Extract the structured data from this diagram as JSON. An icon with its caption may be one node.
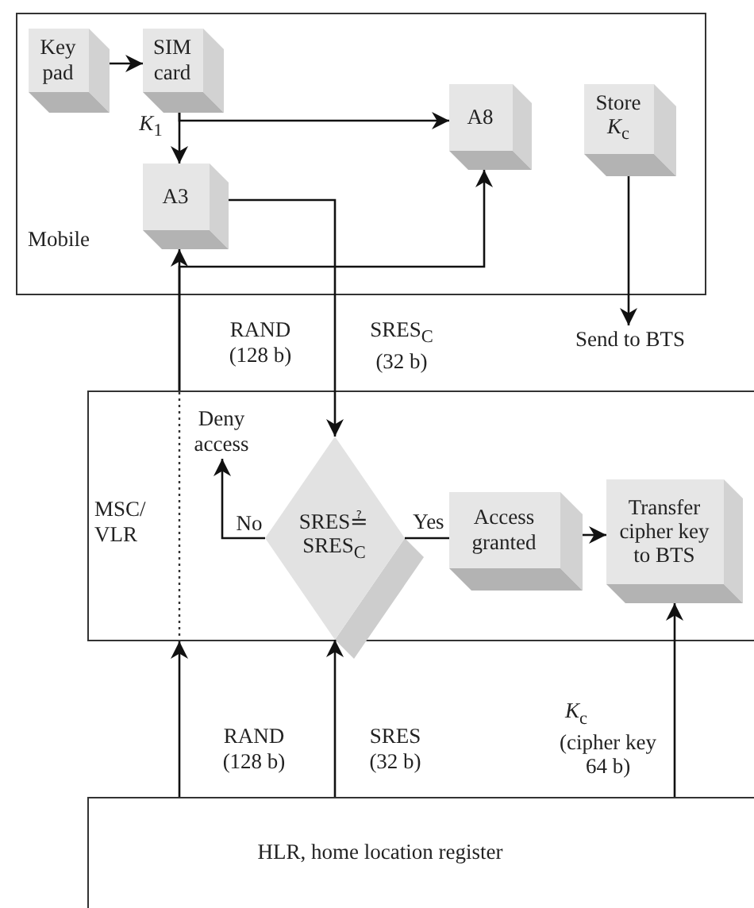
{
  "diagram": {
    "nodes": [
      {
        "text": [
          "Mobile"
        ]
      },
      {
        "text": [
          "Key pad"
        ],
        "in": 0
      },
      {
        "text": [
          "SIM card"
        ],
        "in": 0
      },
      {
        "text": [
          "A3"
        ],
        "in": 0
      },
      {
        "text": [
          "A8"
        ],
        "in": 0
      },
      {
        "text": [
          "Store *K*$_{c}$"
        ],
        "in": 0
      },
      {
        "text": [
          "Send to BTS"
        ]
      },
      {
        "text": [
          "MSC/ VLR"
        ]
      },
      {
        "text": [
          "Deny access"
        ],
        "in": 7
      },
      {
        "text": [
          "SRES≟ SRES$_{C}$"
        ],
        "in": 7
      },
      {
        "text": [
          "Access granted"
        ],
        "in": 7
      },
      {
        "text": [
          "Transfer cipher key to BTS"
        ],
        "in": 7
      },
      {
        "text": [
          "HLR, home location register"
        ]
      }
    ],
    "edges": [
      {
        "from": 1,
        "to": 2,
        "arrow": "to"
      },
      {
        "from": 2,
        "to": 3,
        "arrow": "to",
        "label": "*K*$_{1}$"
      },
      {
        "from": 2,
        "to": 4,
        "arrow": "to"
      },
      {
        "from": 5,
        "to": 6,
        "arrow": "to"
      },
      {
        "from": 12,
        "to": 7,
        "arrow": "to",
        "label": "RAND (128 b)"
      },
      {
        "from": 7,
        "to": 3,
        "arrow": "to",
        "label": "RAND (128 b)"
      },
      {
        "from": 7,
        "to": 4,
        "arrow": "to"
      },
      {
        "from": 3,
        "to": 9,
        "arrow": "to",
        "label": "SRES$_{C}$ (32 b)"
      },
      {
        "from": 9,
        "to": 8,
        "arrow": "to",
        "label": "No"
      },
      {
        "from": 9,
        "to": 10,
        "arrow": "none",
        "label": "Yes"
      },
      {
        "from": 10,
        "to": 11,
        "arrow": "to"
      },
      {
        "from": 12,
        "to": 9,
        "arrow": "to",
        "label": "SRES (32 b)"
      },
      {
        "from": 12,
        "to": 11,
        "arrow": "to",
        "label": "*K*$_{c}$ (cipher key 64 b)"
      }
    ]
  }
}
